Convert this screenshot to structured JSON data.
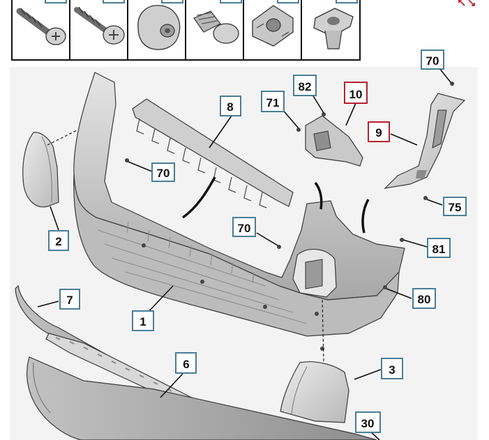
{
  "diagram": {
    "callouts": [
      {
        "id": "c-70-top-right",
        "label": "70",
        "highlight": false
      },
      {
        "id": "c-82",
        "label": "82",
        "highlight": false
      },
      {
        "id": "c-10",
        "label": "10",
        "highlight": true
      },
      {
        "id": "c-71",
        "label": "71",
        "highlight": false
      },
      {
        "id": "c-8",
        "label": "8",
        "highlight": false
      },
      {
        "id": "c-9",
        "label": "9",
        "highlight": true
      },
      {
        "id": "c-70-left",
        "label": "70",
        "highlight": false
      },
      {
        "id": "c-2",
        "label": "2",
        "highlight": false
      },
      {
        "id": "c-75",
        "label": "75",
        "highlight": false
      },
      {
        "id": "c-70-middle",
        "label": "70",
        "highlight": false
      },
      {
        "id": "c-81",
        "label": "81",
        "highlight": false
      },
      {
        "id": "c-7",
        "label": "7",
        "highlight": false
      },
      {
        "id": "c-80",
        "label": "80",
        "highlight": false
      },
      {
        "id": "c-1",
        "label": "1",
        "highlight": false
      },
      {
        "id": "c-6",
        "label": "6",
        "highlight": false
      },
      {
        "id": "c-3",
        "label": "3",
        "highlight": false
      },
      {
        "id": "c-30",
        "label": "30",
        "highlight": false
      }
    ],
    "fastener_cells": [
      {
        "icon": "screw-icon"
      },
      {
        "icon": "self-tapping-screw-icon"
      },
      {
        "icon": "push-rivet-icon"
      },
      {
        "icon": "plastic-clip-icon"
      },
      {
        "icon": "bracket-nut-icon"
      },
      {
        "icon": "expansion-nut-icon"
      }
    ],
    "colors": {
      "callout_border": "#4a7d96",
      "highlight_border": "#b7202e",
      "part_fill": "#d6d6d6",
      "part_shadow": "#a9a9a9",
      "fullscreen_icon": "#c0202e"
    },
    "fullscreen_icon": "expand-arrows-icon"
  }
}
